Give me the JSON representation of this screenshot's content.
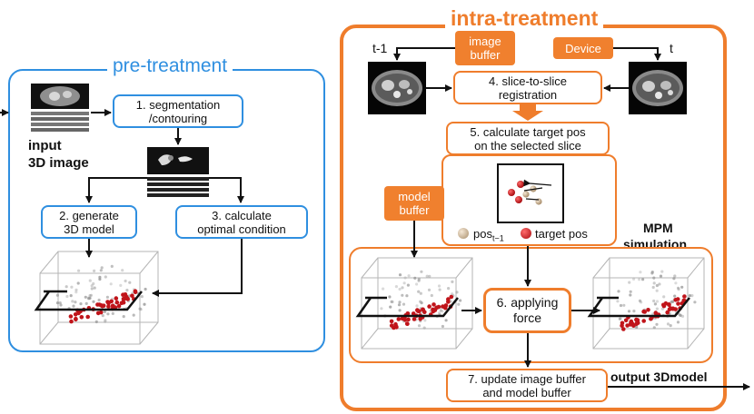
{
  "colors": {
    "blue": "#2f8fe0",
    "orange": "#ef7d2c",
    "orange_fill": "#f0802e",
    "arrow": "#111111",
    "red_particle": "#c0141a",
    "tan_particle": "#c8ad8a"
  },
  "pre": {
    "title": "pre-treatment",
    "input_label_1": "input",
    "input_label_2": "3D image",
    "step1_line1": "1.  segmentation",
    "step1_line2": "/contouring",
    "step2_line1": "2. generate",
    "step2_line2": "3D model",
    "step3_line1": "3. calculate",
    "step3_line2": "optimal condition"
  },
  "intra": {
    "title": "intra-treatment",
    "t_minus": "t-1",
    "t": "t",
    "image_buffer_line1": "image",
    "image_buffer_line2": "buffer",
    "device": "Device",
    "step4_line1": "4. slice-to-slice",
    "step4_line2": "registration",
    "step5_line1": "5. calculate target pos",
    "step5_line2": "on the selected slice",
    "model_buffer_line1": "model",
    "model_buffer_line2": "buffer",
    "legend_pos": "pos",
    "legend_pos_sub": "t−1",
    "legend_target": "target pos",
    "mpm_line1": "MPM",
    "mpm_line2": "simulation",
    "step6_line1": "6. applying",
    "step6_line2": "force",
    "step7_line1": "7. update image buffer",
    "step7_line2": "and model buffer",
    "output": "output 3Dmodel"
  }
}
